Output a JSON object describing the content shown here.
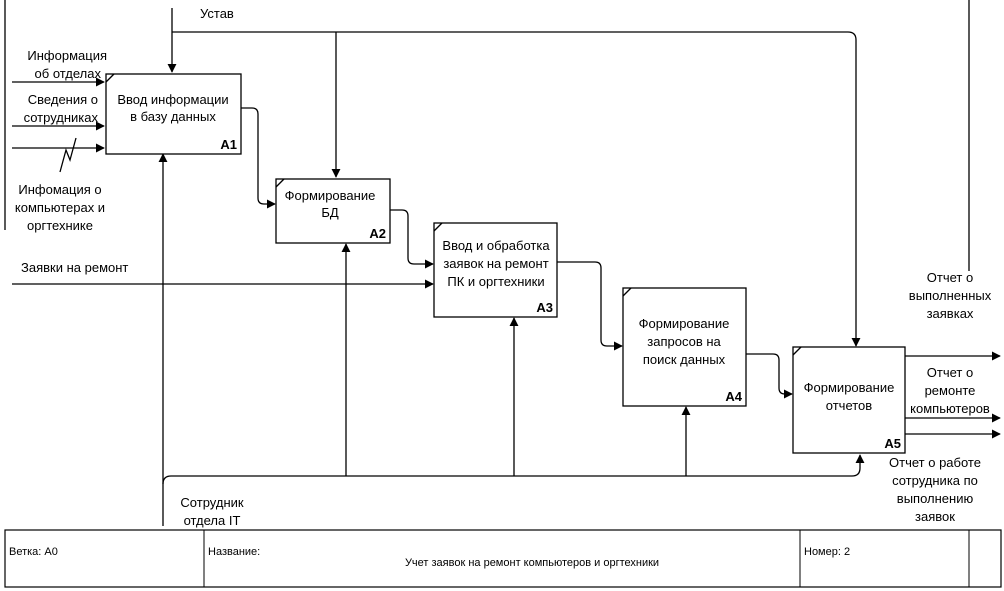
{
  "boxes": [
    {
      "id": "a1",
      "title": [
        "Ввод информации",
        "в базу данных"
      ],
      "num": "A1"
    },
    {
      "id": "a2",
      "title": [
        "Формирование",
        "БД"
      ],
      "num": "A2"
    },
    {
      "id": "a3",
      "title": [
        "Ввод и обработка",
        "заявок на ремонт",
        "ПК и оргтехники"
      ],
      "num": "A3"
    },
    {
      "id": "a4",
      "title": [
        "Формирование",
        "запросов на",
        "поиск данных"
      ],
      "num": "A4"
    },
    {
      "id": "a5",
      "title": [
        "Формирование",
        "отчетов"
      ],
      "num": "A5"
    }
  ],
  "arrows": {
    "control_ustav": "Устав",
    "input_info_otdely": [
      "Информация",
      "об отделах"
    ],
    "input_svedeniya": [
      "Сведения о",
      "сотрудниках"
    ],
    "input_computers": [
      "Инфомация о",
      "компьютерах и",
      "оргтехнике"
    ],
    "input_zayavki": "Заявки на ремонт",
    "mechanism": [
      "Сотрудник",
      "отдела IT"
    ],
    "output_vypolnennye": [
      "Отчет о",
      "выполненных",
      "заявках"
    ],
    "output_remont": [
      "Отчет о",
      "ремонте",
      "компьютеров"
    ],
    "output_rabota": [
      "Отчет о работе",
      "сотрудника по",
      "выполнению",
      "заявок"
    ]
  },
  "footer": {
    "node_label": "Ветка: A0",
    "title_label": "Название:",
    "title_value": "Учет заявок на ремонт компьютеров и оргтехники",
    "number_label": "Номер: 2"
  }
}
